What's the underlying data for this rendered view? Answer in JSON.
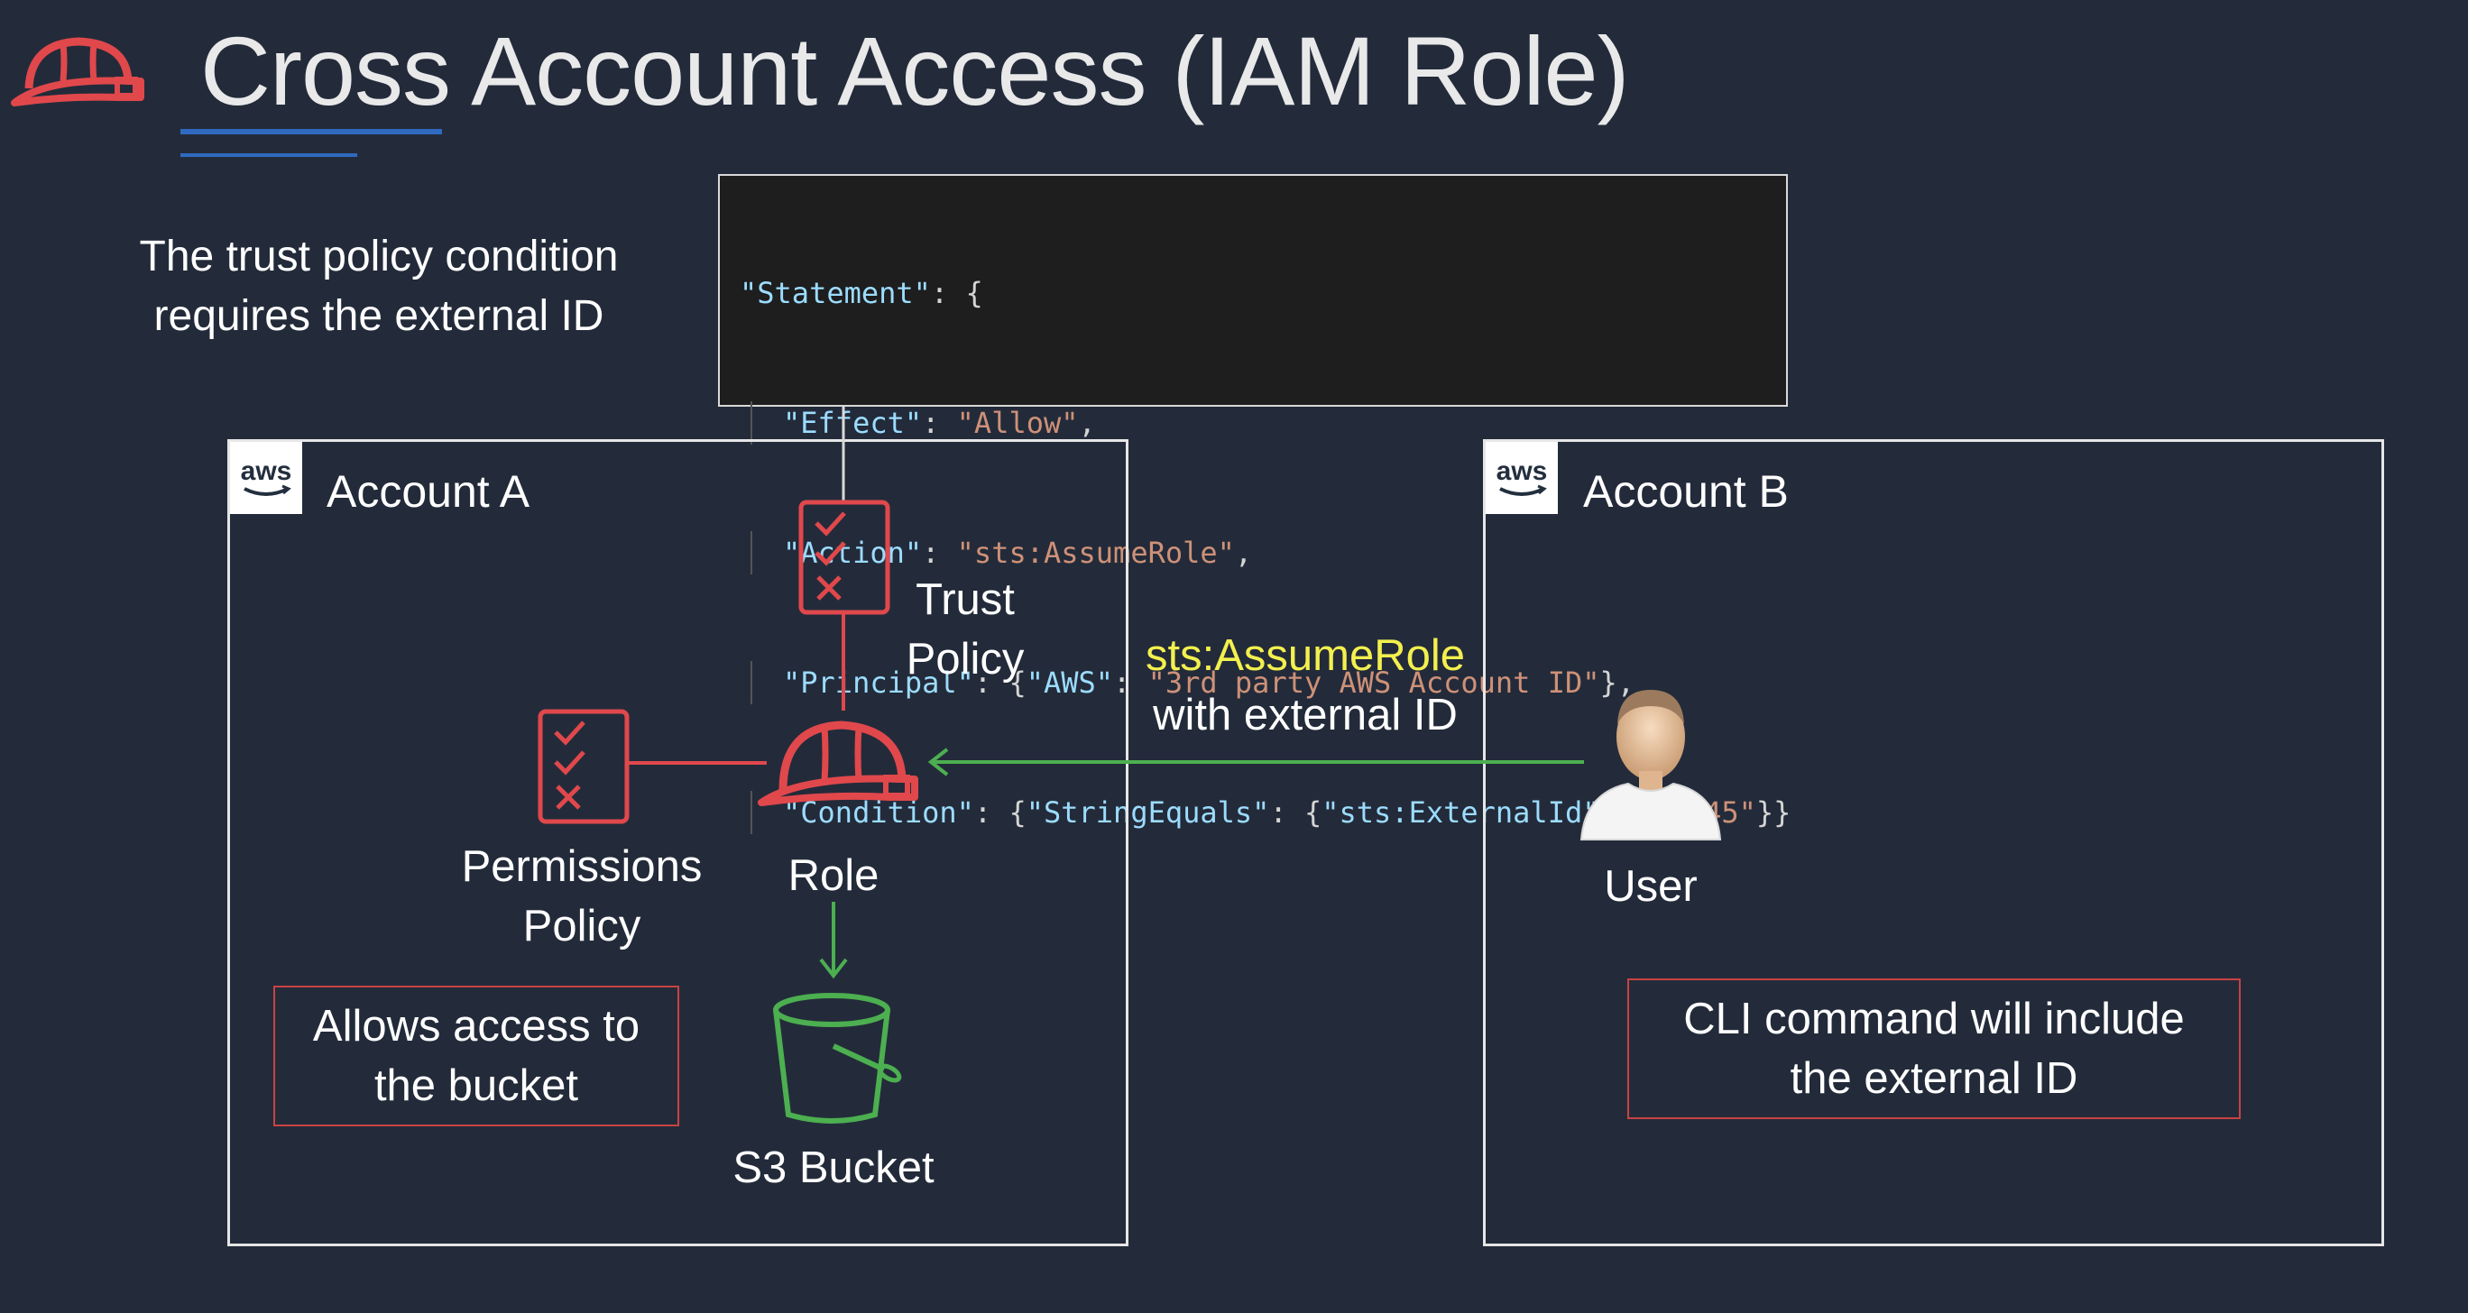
{
  "header": {
    "title": "Cross Account Access (IAM Role)",
    "icon": "iam-role-helmet-icon"
  },
  "note": {
    "line1": "The trust policy condition",
    "line2": "requires the external ID"
  },
  "policy_code": {
    "lines": [
      {
        "key": "\"Statement\"",
        "rest": ": {"
      },
      {
        "key": "\"Effect\"",
        "sep": ": ",
        "value": "\"Allow\"",
        "tail": ","
      },
      {
        "key": "\"Action\"",
        "sep": ": ",
        "value": "\"sts:AssumeRole\"",
        "tail": ","
      },
      {
        "key": "\"Principal\"",
        "sep": ": {",
        "key2": "\"AWS\"",
        "sep2": ": ",
        "value": "\"3rd party AWS Account ID\"",
        "tail": "},"
      },
      {
        "key": "\"Condition\"",
        "sep": ": {",
        "key2": "\"StringEquals\"",
        "sep2": ": {",
        "key3": "\"sts:ExternalId\"",
        "sep3": ": ",
        "value": "\"12345\"",
        "tail": "}}"
      }
    ]
  },
  "account_a": {
    "name": "Account A",
    "badge": "aws",
    "trust_policy": {
      "line1": "Trust",
      "line2": "Policy"
    },
    "permissions_policy": {
      "line1": "Permissions",
      "line2": "Policy"
    },
    "role": "Role",
    "bucket": "S3 Bucket",
    "access_note": {
      "line1": "Allows access to",
      "line2": "the bucket"
    }
  },
  "account_b": {
    "name": "Account B",
    "badge": "aws",
    "user": "User",
    "cli_note": {
      "line1": "CLI command will include",
      "line2": "the external ID"
    }
  },
  "assume_call": {
    "action": "sts:AssumeRole",
    "detail": "with external ID"
  },
  "colors": {
    "background": "#232b3a",
    "iam_red": "#e0484c",
    "arrow_green": "#4caf50",
    "highlight_yellow": "#f3f04e",
    "underline_blue": "#2f6ac0"
  }
}
